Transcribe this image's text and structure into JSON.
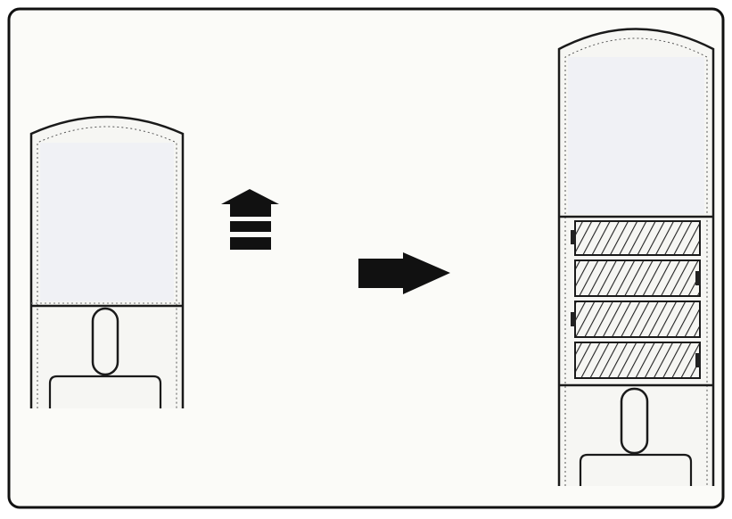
{
  "diagram": {
    "frame": {
      "stroke_color": "#111111",
      "background": "#fbfbf8"
    },
    "left_remote": {
      "state": "battery-cover-closed",
      "battery_count": 0
    },
    "slide_up_indicator": {
      "direction": "up"
    },
    "next_step_arrow": {
      "direction": "right"
    },
    "right_remote": {
      "state": "battery-cover-open",
      "battery_count": 4
    },
    "colors": {
      "ink": "#1a1a1a",
      "body_fill": "#f6f6f3",
      "cover_fill": "#eef0f5",
      "battery_fill": "#ffffff",
      "battery_hatch": "#222222"
    }
  }
}
